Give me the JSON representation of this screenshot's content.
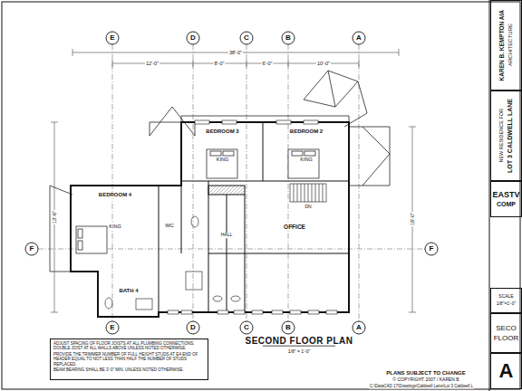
{
  "diagram": {
    "title": "SECOND FLOOR PLAN",
    "nodes": [
      {
        "text": [
          "BEDROOM 4",
          "KING"
        ]
      },
      {
        "text": [
          "BEDROOM 3",
          "KING"
        ]
      },
      {
        "text": [
          "BEDROOM 2",
          "KING"
        ]
      },
      {
        "text": [
          "BATH 4"
        ]
      },
      {
        "text": [
          "OFFICE"
        ]
      },
      {
        "text": [
          "ADJUST SPACING OF FLOOR JOISTS AT ALL PLUMBING CONNECTIONS. DOUBLE JOIST AT ALL WALLS ABOVE UNLESS NOTED OTHERWISE.",
          "PROVIDE THE TRIMMER NUMBER OF FULL HEIGHT STUDS AT EA END OF HEADER EQUAL TO NOT LESS THAN HALF THE NUMBER OF STUDS REPLACED.",
          "BEAM BEARING SHALL BE 3'-0\" MIN. UNLESS NOTED OTHERWISE."
        ]
      },
      {
        "text": [
          "KAREN B. KEMPTON AIA",
          "ARCHITECTURE"
        ]
      },
      {
        "text": [
          "NEW RESIDENCE FOR",
          "LOT 3 CALDWELL LANE"
        ]
      },
      {
        "text": [
          "EASTV",
          "COMP"
        ]
      },
      {
        "text": [
          "SCALE",
          "1/8\"=1'-0\""
        ]
      },
      {
        "text": [
          "SECO",
          "FLOOR"
        ]
      },
      {
        "text": [
          "A"
        ]
      }
    ],
    "labels": [
      "E",
      "D",
      "C",
      "B",
      "A",
      "E",
      "D",
      "C",
      "B",
      "A",
      "F",
      "F",
      "38'-0\"",
      "12'-0\"",
      "8'-0\"",
      "6'-0\"",
      "10'-0\"",
      "13'-6\"",
      "18'-0\"",
      "WIC",
      "HALL",
      "DN",
      "1/8\" = 1'-0\"",
      "PLANS SUBJECT TO CHANGE",
      "© COPYRIGHT 2007 / KAREN B",
      "C:\\DataCAD 17\\Drawings\\Caldwell Lane\\Lot 3 Caldwell L"
    ]
  }
}
